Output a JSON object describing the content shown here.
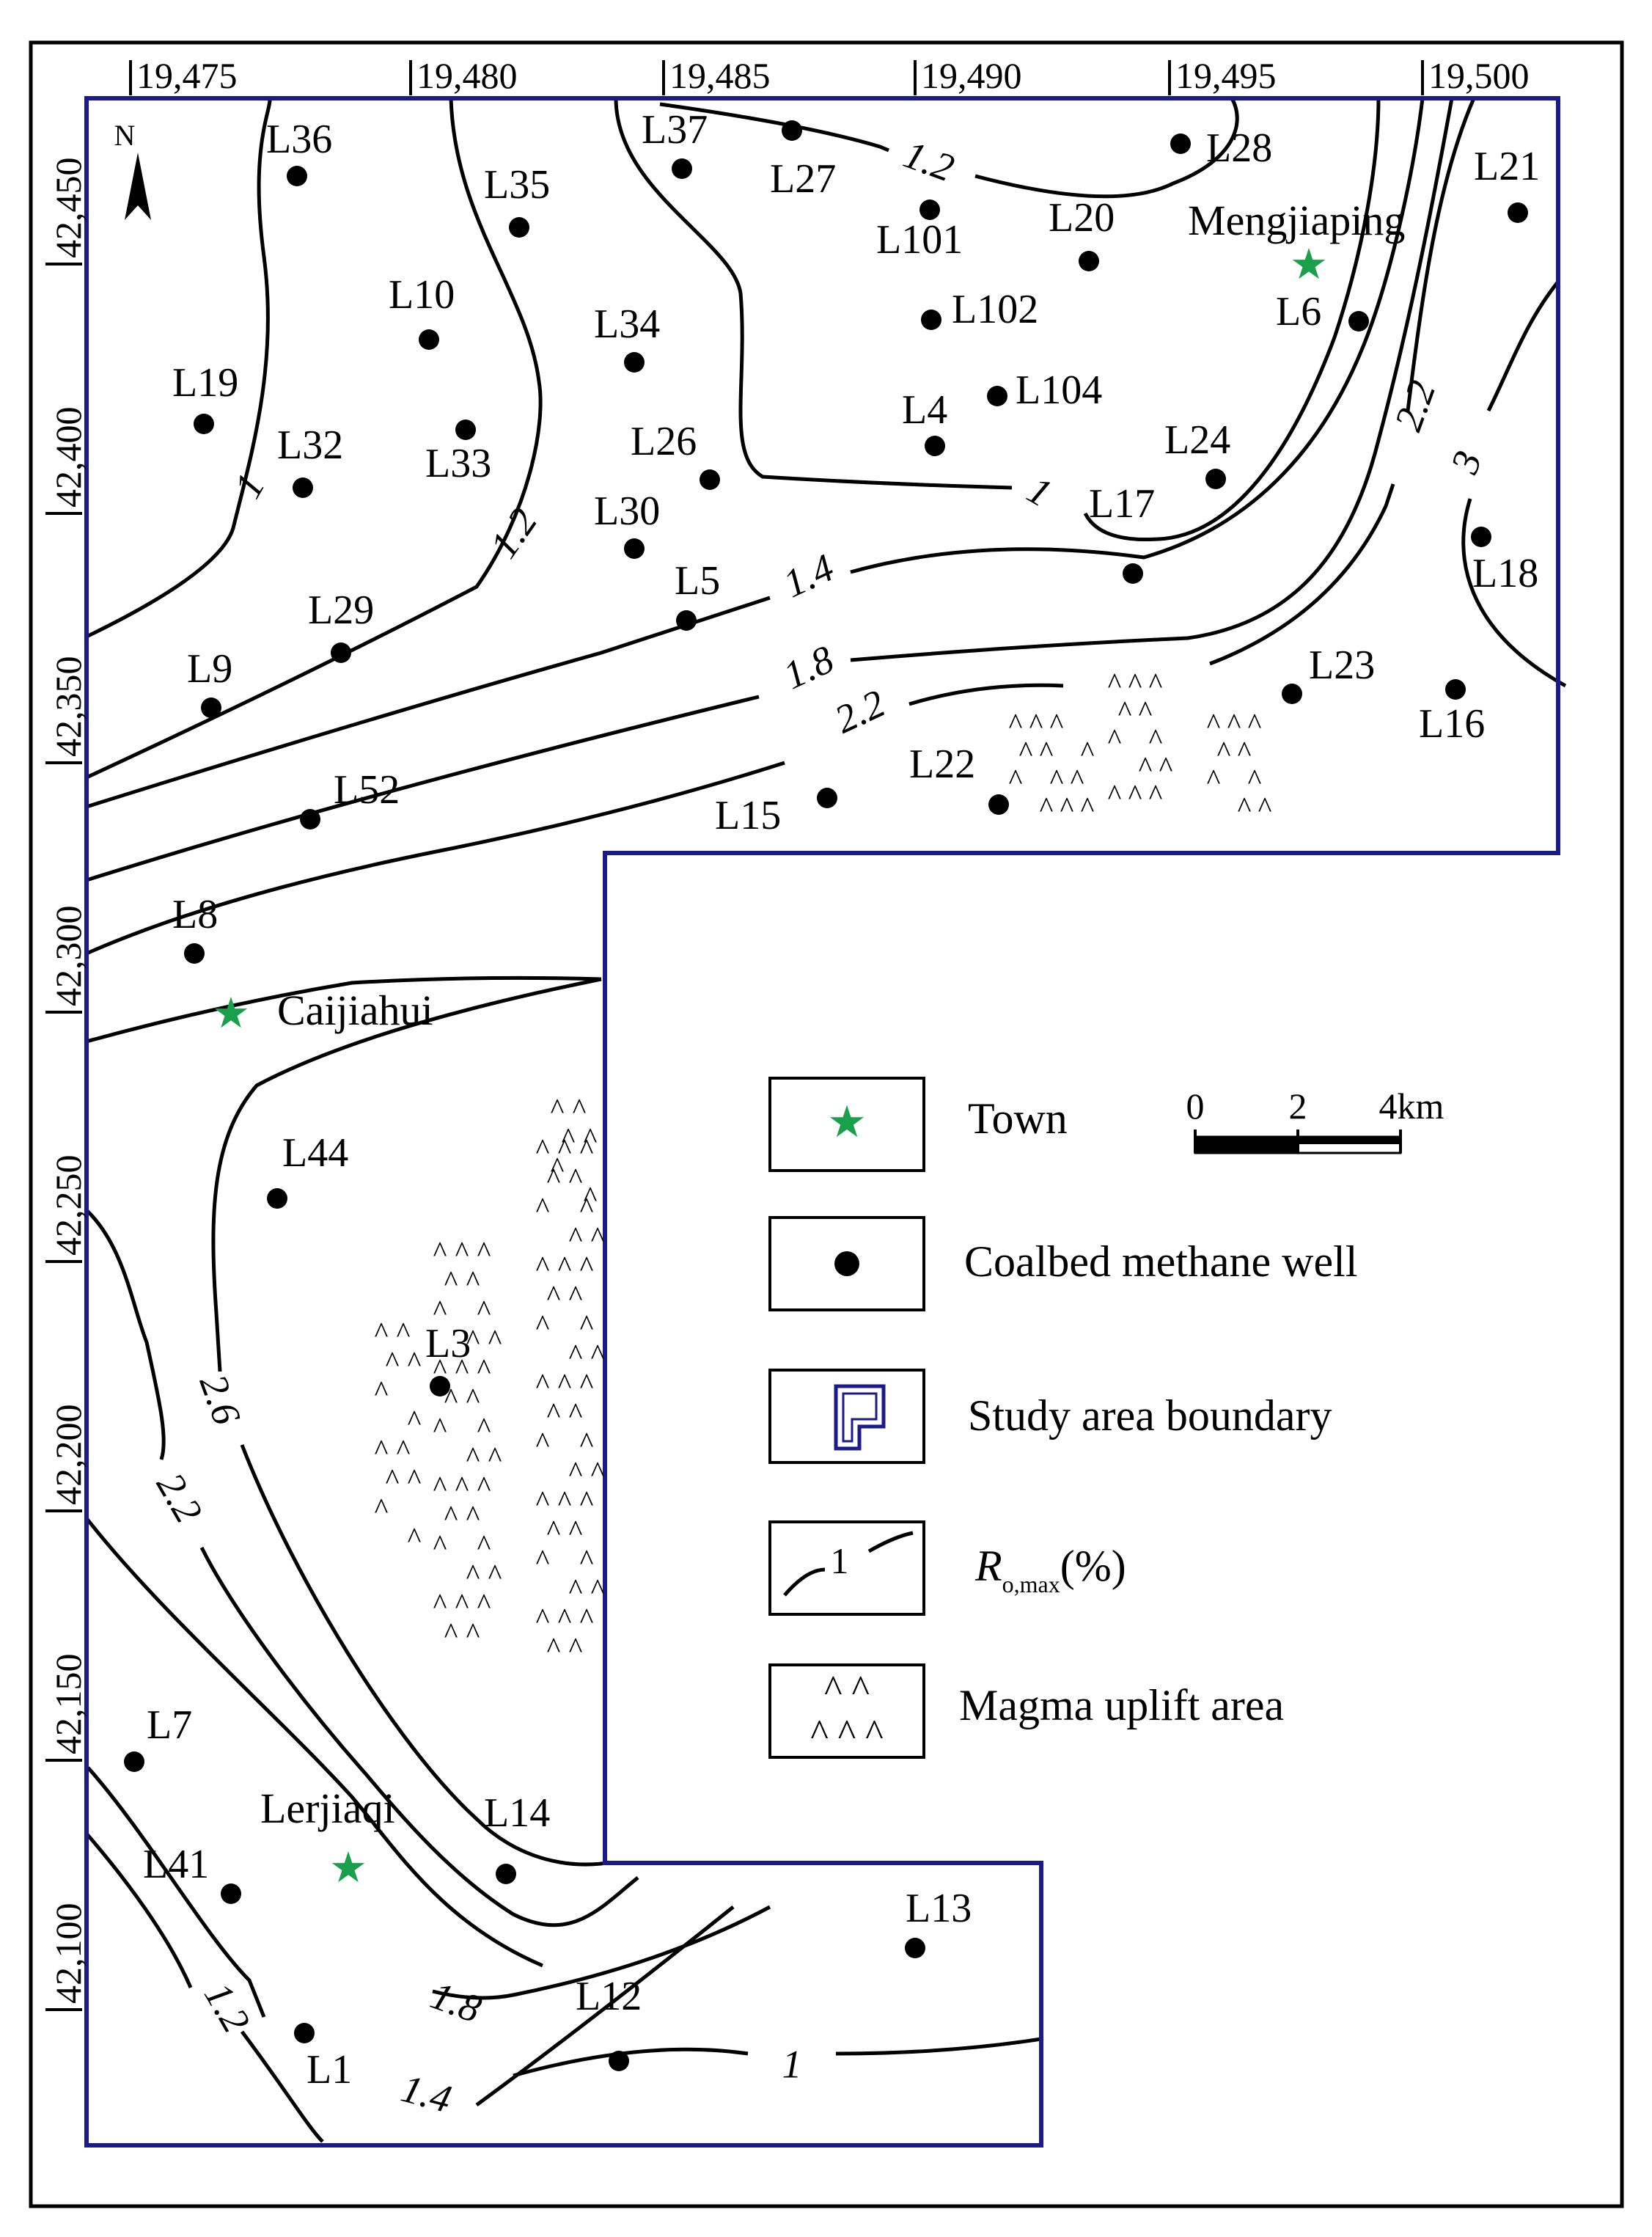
{
  "map": {
    "colors": {
      "boundary": "#1a1a8c",
      "contour": "#000000",
      "star": "#1aa04a",
      "frame": "#000000"
    },
    "north_label": "N",
    "x_ticks": [
      "19,475",
      "19,480",
      "19,485",
      "19,490",
      "19,495",
      "19,500"
    ],
    "y_ticks": [
      "42,450",
      "42,400",
      "42,350",
      "42,300",
      "42,250",
      "42,200",
      "42,150",
      "42,100"
    ],
    "towns": [
      "Mengjiaping",
      "Caijiahui",
      "Lerjiaqi"
    ],
    "wells": [
      "L36",
      "L37",
      "L27",
      "L28",
      "L21",
      "L35",
      "L101",
      "L20",
      "L10",
      "L34",
      "L102",
      "L6",
      "L19",
      "L104",
      "L32",
      "L33",
      "L26",
      "L4",
      "L24",
      "L30",
      "L17",
      "L18",
      "L29",
      "L5",
      "L9",
      "L23",
      "L16",
      "L52",
      "L22",
      "L15",
      "L8",
      "L44",
      "L3",
      "L7",
      "L14",
      "L41",
      "L13",
      "L12",
      "L1"
    ],
    "contour_labels": [
      "1.2",
      "1",
      "1",
      "1.2",
      "1.4",
      "1.8",
      "2.2",
      "2.2",
      "3",
      "2.6",
      "2.2",
      "1.8",
      "1.2",
      "1.4",
      "1"
    ]
  },
  "legend": {
    "town_label": "Town",
    "well_label": "Coalbed  methane  well",
    "boundary_label": "Study  area  boundary",
    "ro_symbol": "R",
    "ro_subscript": "o,max",
    "ro_unit": "(%)",
    "ro_sample_value": "1",
    "magma_label": "Magma uplift area",
    "scale_ticks": [
      "0",
      "2",
      "4km"
    ]
  }
}
